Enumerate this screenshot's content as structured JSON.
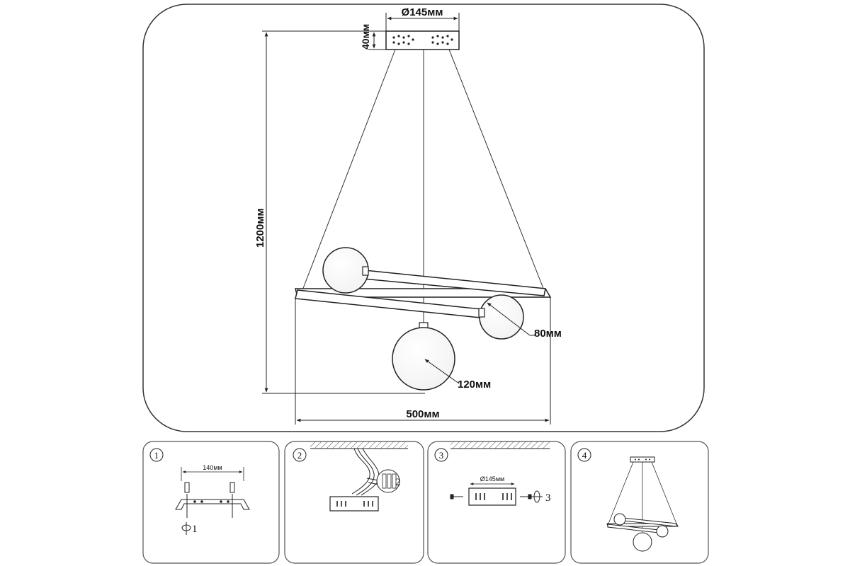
{
  "main_drawing": {
    "canopy_diameter": "Ø145мм",
    "canopy_height": "40мм",
    "total_height": "1200мм",
    "small_globe": "80мм",
    "large_globe": "120мм",
    "width": "500мм"
  },
  "steps": [
    {
      "number": "1",
      "dimension": "140мм",
      "screw_label": "1"
    },
    {
      "number": "2",
      "connector_label": "2"
    },
    {
      "number": "3",
      "dimension": "Ø145мм",
      "screw_label": "3"
    },
    {
      "number": "4"
    }
  ]
}
